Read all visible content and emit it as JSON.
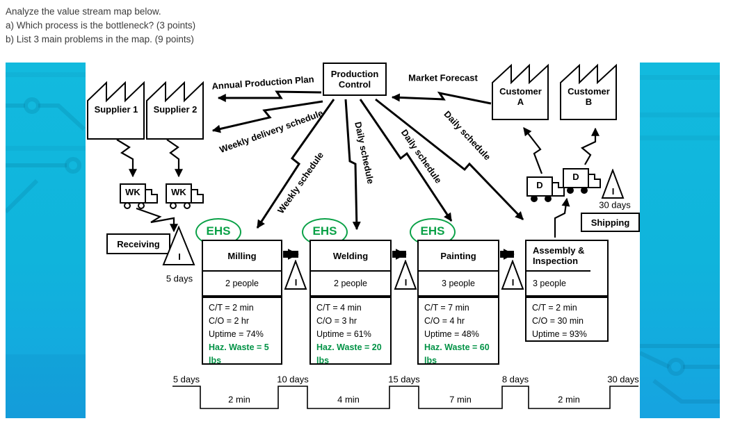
{
  "question": {
    "line1": "Analyze the value stream map below.",
    "line2": "a) Which process is the bottleneck? (3 points)",
    "line3": "b) List 3 main problems in the map. (9 points)"
  },
  "colors": {
    "band_cyan": "#11b7dd",
    "ehs_green": "#0aa147",
    "haz_green": "#009245"
  },
  "nodes": {
    "supplier1": "Supplier 1",
    "supplier2": "Supplier 2",
    "customer_a": "Customer A",
    "customer_b": "Customer B",
    "production_control": "Production Control",
    "receiving": "Receiving",
    "shipping": "Shipping"
  },
  "info_flows": {
    "annual_production_plan": "Annual Production Plan",
    "weekly_delivery_schedule": "Weekly delivery schedule",
    "weekly_schedule": "Weekly schedule",
    "daily_schedule_1": "Daily schedule",
    "daily_schedule_2": "Daily schedule",
    "daily_schedule_3": "Daily schedule",
    "market_forecast": "Market Forecast"
  },
  "trucks": {
    "wk1": "WK",
    "wk2": "WK",
    "d1": "D",
    "d2": "D"
  },
  "inventory": {
    "symbol": "I",
    "inbound_days": "5 days",
    "outbound_days": "30 days"
  },
  "ehs": "EHS",
  "processes": [
    {
      "title": "Milling",
      "people": "2 people",
      "ct": "C/T = 2 min",
      "co": "C/O = 2 hr",
      "uptime": "Uptime = 74%",
      "haz": "Haz. Waste = 5 lbs"
    },
    {
      "title": "Welding",
      "people": "2 people",
      "ct": "C/T = 4 min",
      "co": "C/O = 3 hr",
      "uptime": "Uptime = 61%",
      "haz": "Haz. Waste = 20 lbs"
    },
    {
      "title": "Painting",
      "people": "3 people",
      "ct": "C/T = 7 min",
      "co": "C/O = 4 hr",
      "uptime": "Uptime = 48%",
      "haz": "Haz. Waste = 60 lbs"
    },
    {
      "title": "Assembly & Inspection",
      "people": "3 people",
      "ct": "C/T = 2 min",
      "co": "C/O = 30 min",
      "uptime": "Uptime = 93%"
    }
  ],
  "timeline": {
    "waits": [
      "5 days",
      "10 days",
      "15 days",
      "8 days",
      "30 days"
    ],
    "cycles": [
      "2 min",
      "4 min",
      "7 min",
      "2 min"
    ]
  }
}
